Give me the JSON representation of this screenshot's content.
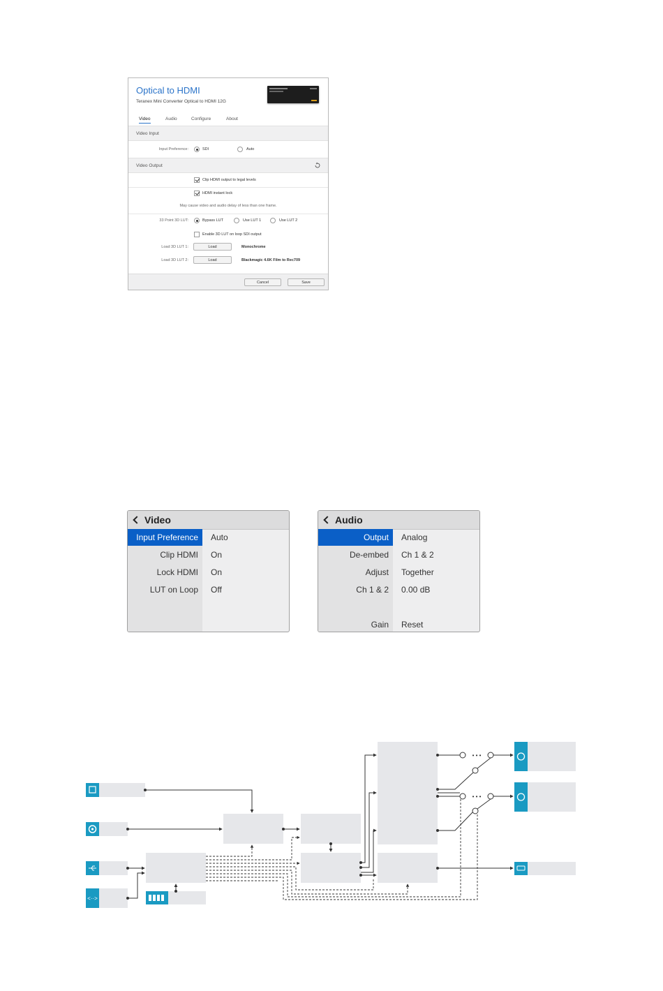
{
  "window": {
    "title": "Optical to HDMI",
    "subtitle": "Teranex Mini Converter Optical to HDMI 12G",
    "tabs": [
      "Video",
      "Audio",
      "Configure",
      "About"
    ],
    "sections": {
      "video_input": "Video Input",
      "video_output": "Video Output"
    },
    "input_preference": {
      "label": "Input Preference:",
      "options": [
        "SDI",
        "Auto"
      ],
      "selected": "SDI"
    },
    "clip_hdmi": {
      "label": "Clip HDMI output to legal levels",
      "checked": true
    },
    "hdmi_instant_lock": {
      "label": "HDMI instant lock",
      "checked": true
    },
    "lock_note": "May cause video and audio delay of less than one frame.",
    "lut": {
      "label": "33 Point 3D LUT:",
      "options": [
        "Bypass LUT",
        "Use LUT 1",
        "Use LUT 2"
      ],
      "selected": "Bypass LUT"
    },
    "enable_loop_lut": {
      "label": "Enable 3D LUT on loop SDI output",
      "checked": false
    },
    "load_lut1": {
      "label": "Load 3D LUT 1:",
      "button": "Load",
      "value": "Monochrome"
    },
    "load_lut2": {
      "label": "Load 3D LUT 2:",
      "button": "Load",
      "value": "Blackmagic 4.6K Film to Rec709"
    },
    "cancel": "Cancel",
    "save": "Save"
  },
  "lcd_video": {
    "title": "Video",
    "rows": [
      {
        "key": "Input Preference",
        "value": "Auto",
        "selected": true
      },
      {
        "key": "Clip HDMI",
        "value": "On"
      },
      {
        "key": "Lock HDMI",
        "value": "On"
      },
      {
        "key": "LUT on Loop",
        "value": "Off"
      }
    ]
  },
  "lcd_audio": {
    "title": "Audio",
    "rows": [
      {
        "key": "Output",
        "value": "Analog",
        "selected": true
      },
      {
        "key": "De-embed",
        "value": "Ch 1 & 2"
      },
      {
        "key": "Adjust",
        "value": "Together"
      },
      {
        "key": "Ch 1 & 2",
        "value": "0.00 dB"
      },
      {
        "key": "",
        "value": ""
      },
      {
        "key": "Gain",
        "value": "Reset"
      }
    ]
  },
  "diagram": {
    "accent_color": "#1a9ac2",
    "block_color": "#e6e7ea",
    "ellipsis": "• • •",
    "icons": [
      "optical-port-icon",
      "sdi-port-icon",
      "usb-port-icon",
      "ethernet-port-icon",
      "dip-switch-icon",
      "xlr-output-icon",
      "xlr-output-icon",
      "hdmi-port-icon"
    ]
  }
}
